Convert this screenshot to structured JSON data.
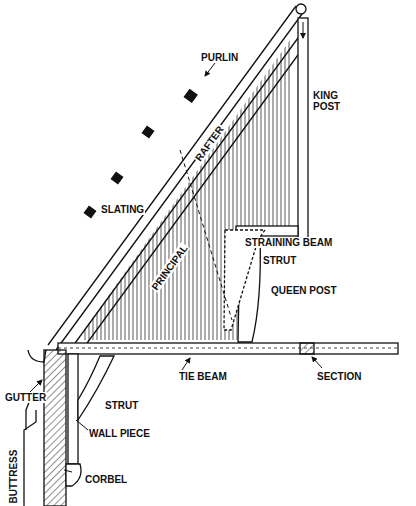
{
  "diagram": {
    "labels": [
      "PURLIN",
      "KING POST",
      "RAFTER",
      "SLATING",
      "PRINCIPAL",
      "STRAINING BEAM",
      "STRUT",
      "QUEEN POST",
      "GUTTER",
      "STRUT",
      "TIE BEAM",
      "SECTION",
      "WALL PIECE",
      "BUTTRESS",
      "CORBEL"
    ]
  }
}
